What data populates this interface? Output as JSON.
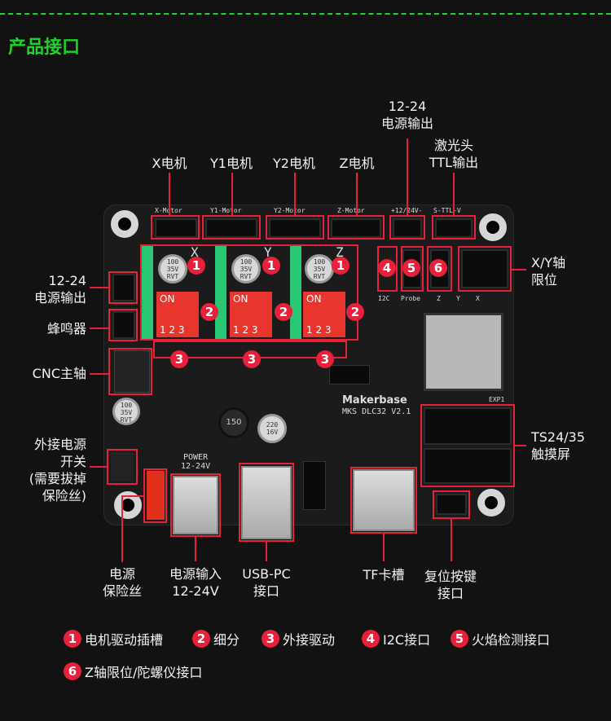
{
  "header": {
    "title": "产品接口"
  },
  "board": {
    "brand": "Makerbase",
    "model": "MKS DLC32 V2.1",
    "silk": {
      "x_motor": "X-Motor",
      "y1_motor": "Y1-Motor",
      "y2_motor": "Y2-Motor",
      "z_motor": "Z-Motor",
      "power_out": "+12/24V-",
      "ttl": "S-TTL-V",
      "i2c": "I2C",
      "probe": "Probe",
      "z": "Z",
      "y": "Y",
      "x": "X",
      "power": "POWER\n12-24V",
      "exp1": "EXP1",
      "on": "ON",
      "dip_nums": "1 2 3",
      "axis_x": "X",
      "axis_y": "Y",
      "axis_z": "Z",
      "cap_big": "100\n35V\nRVT",
      "cap_220": "220\n16V",
      "inductor": "150"
    }
  },
  "labels": {
    "x_motor": "X电机",
    "y1_motor": "Y1电机",
    "y2_motor": "Y2电机",
    "z_motor": "Z电机",
    "power_out_top": "12-24\n电源输出",
    "laser_ttl": "激光头\nTTL输出",
    "xy_limit": "X/Y轴\n限位",
    "touch": "TS24/35\n触摸屏",
    "power_out_left": "12-24\n电源输出",
    "buzzer": "蜂鸣器",
    "spindle": "CNC主轴",
    "switch": "外接电源\n开关\n(需要拔掉\n保险丝)",
    "fuse": "电源\n保险丝",
    "power_in": "电源输入\n12-24V",
    "usb": "USB-PC\n接口",
    "tf": "TF卡槽",
    "reset": "复位按键\n接口"
  },
  "legend": [
    {
      "num": "1",
      "text": "电机驱动插槽"
    },
    {
      "num": "2",
      "text": "细分"
    },
    {
      "num": "3",
      "text": "外接驱动"
    },
    {
      "num": "4",
      "text": "I2C接口"
    },
    {
      "num": "5",
      "text": "火焰检测接口"
    },
    {
      "num": "6",
      "text": "Z轴限位/陀螺仪接口"
    }
  ],
  "colors": {
    "accent": "#1fd12b",
    "marker": "#e8203a",
    "background": "#121212"
  }
}
